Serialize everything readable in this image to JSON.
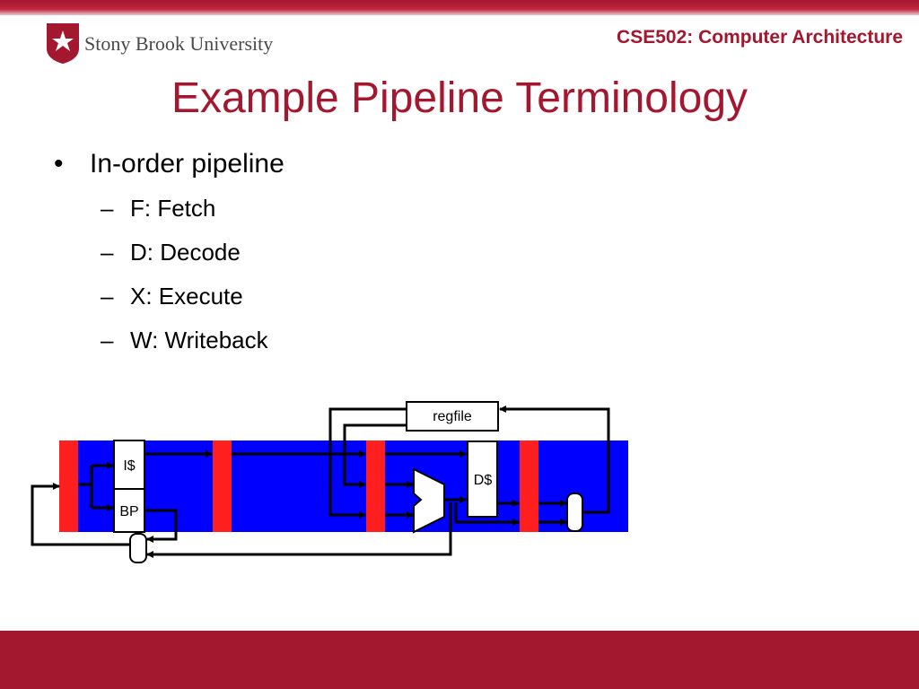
{
  "header": {
    "logo_text": "Stony Brook University",
    "course": "CSE502: Computer Architecture"
  },
  "slide": {
    "title": "Example Pipeline Terminology",
    "bullets": [
      {
        "text": "In-order pipeline",
        "sub": [
          "F: Fetch",
          "D: Decode",
          "X: Execute",
          "W: Writeback"
        ]
      }
    ]
  },
  "diagram": {
    "labels": {
      "icache": "I$",
      "bp": "BP",
      "regfile": "regfile",
      "dcache": "D$"
    }
  },
  "colors": {
    "brand_red": "#a3172f",
    "pipeline_blue": "#0000ff",
    "latch_red": "#ff1f1f"
  },
  "markers": {
    "bullet": "•",
    "dash": "–"
  }
}
